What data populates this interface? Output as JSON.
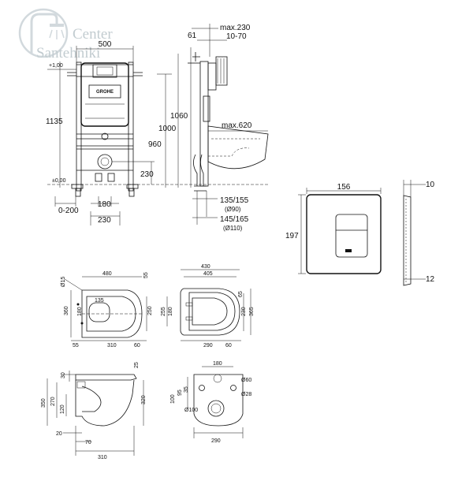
{
  "watermark": {
    "line1": "Center",
    "line2": "Santehniki",
    "color": "#b9c4c9"
  },
  "brand_plate": "GROHE",
  "frame_dims": {
    "top_width": "500",
    "plus_one": "+1,00",
    "zero": "±0,00",
    "h1135": "1135",
    "h960": "960",
    "h1000": "1000",
    "h1060": "1060",
    "h230": "230",
    "bot_range": "0-200",
    "bot_180": "180",
    "bot_230": "230"
  },
  "side_dims": {
    "max230": "max.230",
    "d61": "61",
    "d1070": "10-70",
    "max620": "max.620",
    "p1": "135/155",
    "p1b": "(Ø90)",
    "p2": "145/165",
    "p2b": "(Ø110)"
  },
  "plate_dims": {
    "width": "156",
    "height": "197",
    "depth1": "10",
    "depth2": "12"
  },
  "bowl_top_dims": {
    "d15": "Ø15",
    "w480": "480",
    "r55": "55",
    "r135": "135",
    "h360": "360",
    "h180": "180",
    "h250": "250",
    "b55": "55",
    "b310": "310",
    "b60": "60"
  },
  "seat_dims": {
    "w430": "430",
    "w405": "405",
    "r65": "65",
    "r230": "230",
    "r365": "365",
    "l255": "255",
    "l180": "180",
    "b290": "290",
    "b60": "60"
  },
  "bowl_side_dims": {
    "t25": "25",
    "l30": "30",
    "l350": "350",
    "l270": "270",
    "l120": "120",
    "r320": "320",
    "b20": "20",
    "b70": "70",
    "b310": "310"
  },
  "bowl_bottom_dims": {
    "t180": "180",
    "d60": "Ø60",
    "d28": "Ø28",
    "l100": "100",
    "l95": "95",
    "l35": "35",
    "d100": "Ø100",
    "b290": "290"
  }
}
